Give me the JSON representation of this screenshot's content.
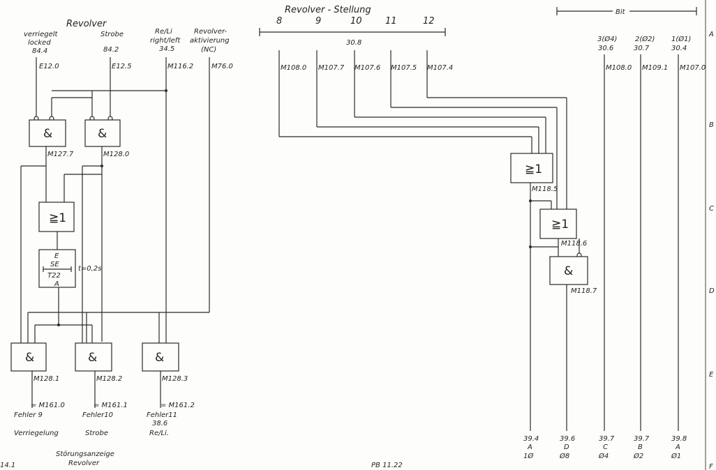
{
  "header": {
    "revolver": "Revolver",
    "locked_label": "verriegelt",
    "locked_label2": "locked",
    "locked_ref": "84.4",
    "strobe_label": "Strobe",
    "strobe_ref": "84.2",
    "rl_label": "Re/Li",
    "rl_label2": "right/left",
    "rl_ref": "34.5",
    "activation_label": "Revolver-",
    "activation_label2": "aktivierung",
    "activation_label3": "(NC)",
    "position_title": "Revolver - Stellung",
    "positions": [
      "8",
      "9",
      "10",
      "11",
      "12"
    ],
    "position_ref": "30.8",
    "bit_label": "Bit",
    "bits": [
      {
        "num": "3(Ø4)",
        "ref": "30.6",
        "signal": "M108.0"
      },
      {
        "num": "2(Ø2)",
        "ref": "30.7",
        "signal": "M109.1"
      },
      {
        "num": "1(Ø1)",
        "ref": "30.4",
        "signal": "M107.0"
      }
    ]
  },
  "inputs": {
    "locked": "E12.0",
    "strobe": "E12.5",
    "rl": "M116.2",
    "activation": "M76.0"
  },
  "position_signals": [
    "M108.0",
    "M107.7",
    "M107.6",
    "M107.5",
    "M107.4"
  ],
  "gates": {
    "and1": {
      "symbol": "&",
      "out": "M127.7"
    },
    "and2": {
      "symbol": "&",
      "out": "M128.0"
    },
    "or1": {
      "symbol": "≧1"
    },
    "timer": {
      "top": "E",
      "mid": "SE",
      "name": "T22",
      "bottom": "A",
      "time": "t=0,2s"
    },
    "and3": {
      "symbol": "&",
      "out": "M128.1"
    },
    "and4": {
      "symbol": "&",
      "out": "M128.2"
    },
    "and5": {
      "symbol": "&",
      "out": "M128.3"
    },
    "or2": {
      "symbol": "≧1",
      "out": "M118.5"
    },
    "or3": {
      "symbol": "≧1",
      "out": "M118.6"
    },
    "and6": {
      "symbol": "&",
      "out": "M118.7"
    }
  },
  "outputs": [
    {
      "assign": "= M161.0",
      "fault": "Fehler 9",
      "ref": "",
      "desc": "Verriegelung"
    },
    {
      "assign": "= M161.1",
      "fault": "Fehler10",
      "ref": "",
      "desc": "Strobe"
    },
    {
      "assign": "= M161.2",
      "fault": "Fehler11",
      "ref": "38.6",
      "desc": "Re/Li."
    }
  ],
  "footer": {
    "caption1": "Störungsanzeige",
    "caption2": "Revolver",
    "page_left": "14.1",
    "page_center": "PB 11.22"
  },
  "bottom_refs": [
    {
      "ref": "39.4",
      "letter": "A",
      "code": "1Ø"
    },
    {
      "ref": "39.6",
      "letter": "D",
      "code": "Ø8"
    },
    {
      "ref": "39.7",
      "letter": "C",
      "code": "Ø4"
    },
    {
      "ref": "39.7",
      "letter": "B",
      "code": "Ø2"
    },
    {
      "ref": "39.8",
      "letter": "A",
      "code": "Ø1"
    }
  ],
  "frame_letters": [
    "A",
    "B",
    "C",
    "D",
    "E",
    "F"
  ]
}
